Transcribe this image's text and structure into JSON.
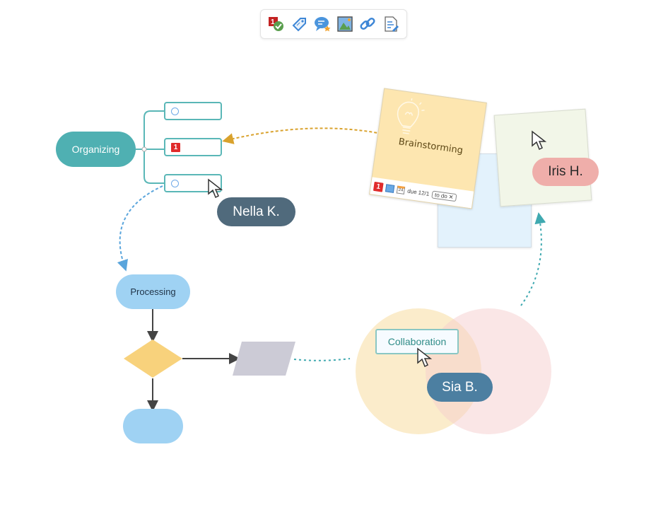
{
  "toolbar": {
    "items": [
      {
        "icon": "priority-task-icon",
        "label": "Task"
      },
      {
        "icon": "tag-icon",
        "label": "Label"
      },
      {
        "icon": "comment-icon",
        "label": "Comment"
      },
      {
        "icon": "image-icon",
        "label": "Image"
      },
      {
        "icon": "link-icon",
        "label": "Link"
      },
      {
        "icon": "note-icon",
        "label": "Note"
      }
    ]
  },
  "mindmap": {
    "root_label": "Organizing",
    "children": [
      {
        "marker": "circle"
      },
      {
        "marker": "priority",
        "priority_value": "1"
      },
      {
        "marker": "circle"
      }
    ]
  },
  "flowchart": {
    "process_label": "Processing"
  },
  "sticky_notes": {
    "brainstorming": {
      "title": "Brainstorming",
      "priority": "1",
      "calendar_day": "24",
      "due_text": "due 12/1",
      "tag_text": "to do"
    }
  },
  "venn": {
    "label": "Collaboration"
  },
  "collaborators": [
    {
      "name": "Nella K.",
      "color": "#506a7c"
    },
    {
      "name": "Iris H.",
      "color": "#efaeaa"
    },
    {
      "name": "Sia B.",
      "color": "#4c7fa1"
    }
  ],
  "colors": {
    "mindmap_teal": "#4fb0b2",
    "flow_blue": "#9fd2f3",
    "decision_yellow": "#f8d27c",
    "data_gray": "#cccbd6",
    "arrow_gold": "#d9a22d",
    "arrow_blue": "#5aa5dc",
    "arrow_teal": "#3fa9b0"
  }
}
